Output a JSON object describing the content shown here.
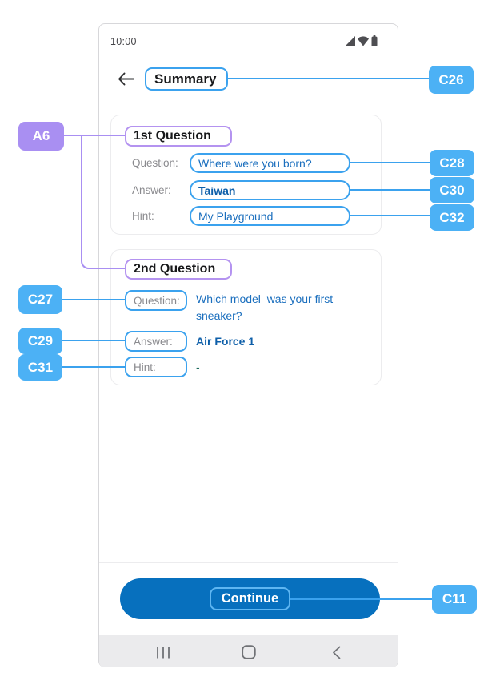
{
  "header": {
    "time": "10:00",
    "title": "Summary"
  },
  "cards": [
    {
      "title": "1st Question",
      "rows": [
        {
          "label": "Question:",
          "value": "Where were you born?"
        },
        {
          "label": "Answer:",
          "value": "Taiwan"
        },
        {
          "label": "Hint:",
          "value": "My Playground"
        }
      ]
    },
    {
      "title": "2nd Question",
      "rows": [
        {
          "label": "Question:",
          "value": "Which model  was your first sneaker?"
        },
        {
          "label": "Answer:",
          "value": "Air Force 1"
        },
        {
          "label": "Hint:",
          "value": "-"
        }
      ]
    }
  ],
  "button": {
    "label": "Continue"
  },
  "annotations": {
    "a6": "A6",
    "c11": "C11",
    "c26": "C26",
    "c27": "C27",
    "c28": "C28",
    "c29": "C29",
    "c30": "C30",
    "c31": "C31",
    "c32": "C32"
  },
  "icons": {
    "status": [
      "signal-icon",
      "wifi-icon",
      "battery-icon"
    ],
    "nav": [
      "recents-icon",
      "home-icon",
      "back-icon"
    ]
  },
  "colors": {
    "annotation_blue": "#4cb1f5",
    "annotation_purple": "#a98ff2",
    "outline_blue": "#3ba2ee",
    "outline_purple": "#b493f0",
    "value_blue": "#1b6fbe",
    "value_blue_bold": "#0e5fa9",
    "hint_dash": "#1d6b5c",
    "button_blue": "#0770be",
    "navbar_bg": "#ebebed"
  }
}
